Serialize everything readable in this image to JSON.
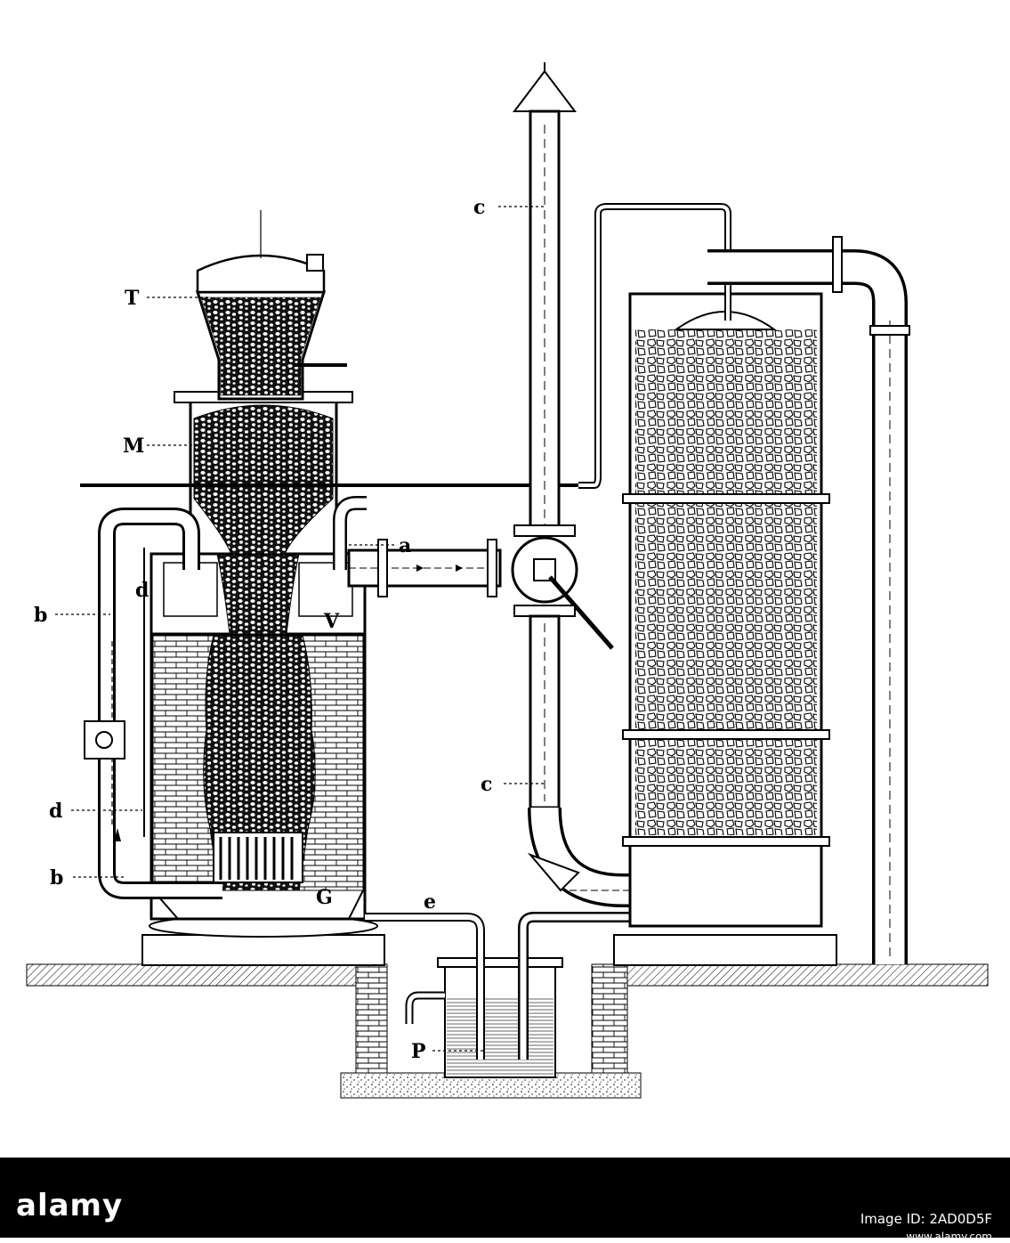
{
  "labels": {
    "T": "T",
    "M": "M",
    "a": "a",
    "b_top": "b",
    "d_top": "d",
    "V": "V",
    "d_low": "d",
    "b_low": "b",
    "G": "G",
    "e": "e",
    "P": "P",
    "c_top": "c",
    "c_low": "c"
  },
  "footer": {
    "logo": "alamy",
    "code": "Image ID: 2AD0D5F",
    "url": "www.alamy.com"
  },
  "colors": {
    "ink": "#000000",
    "paper": "#ffffff",
    "footer_bg": "#000000",
    "footer_text": "#ffffff"
  }
}
